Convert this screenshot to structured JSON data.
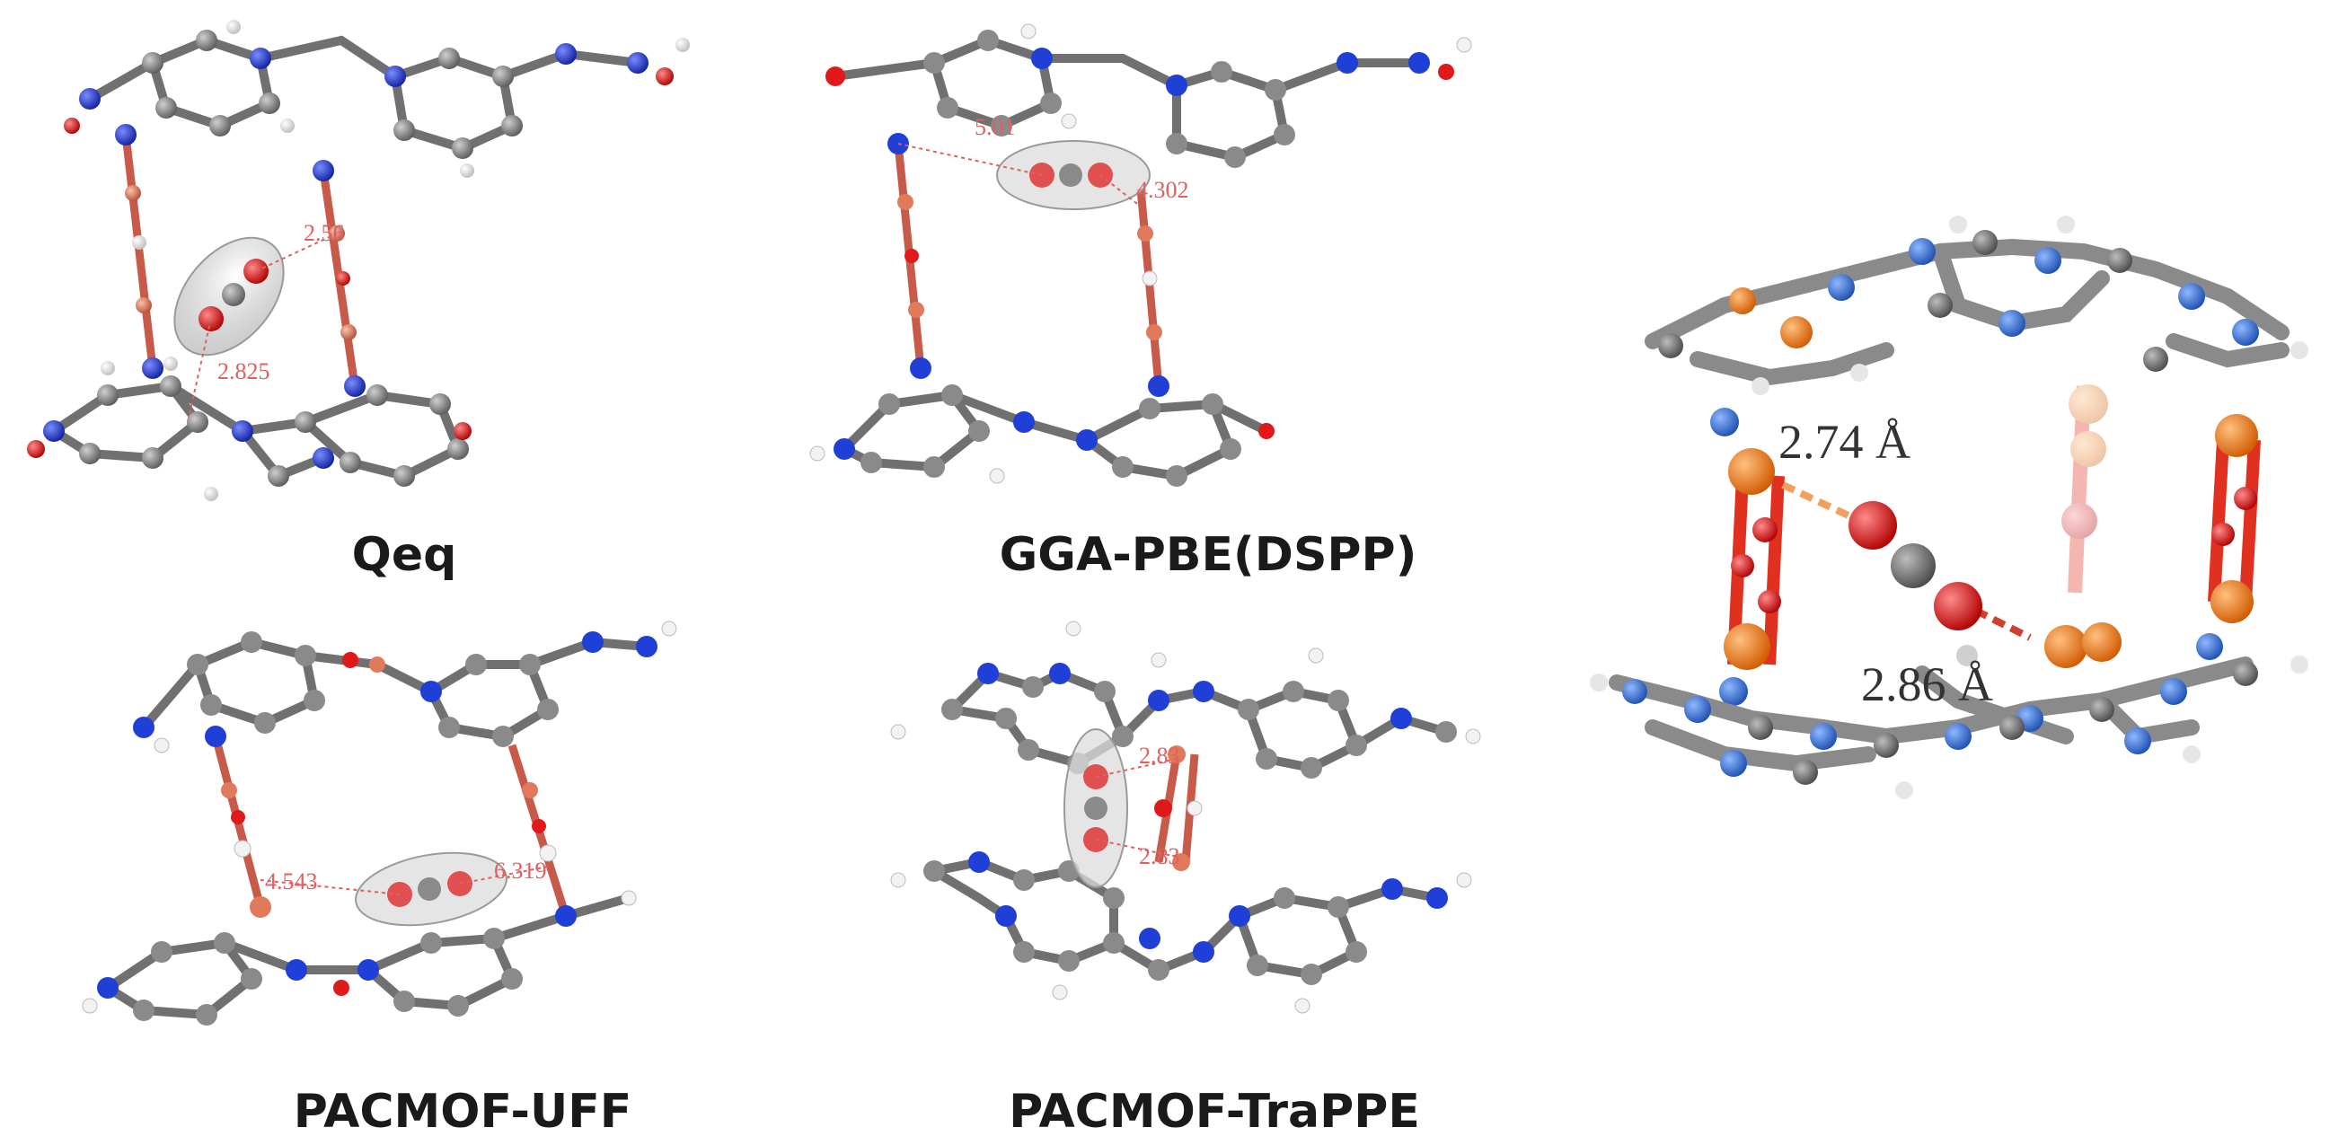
{
  "panels": [
    {
      "id": "qeq",
      "caption": "Qeq",
      "distances": [
        "2.56",
        "2.825"
      ]
    },
    {
      "id": "gga",
      "caption": "GGA-PBE(DSPP)",
      "distances": [
        "5.01",
        "4.302"
      ]
    },
    {
      "id": "uff",
      "caption": "PACMOF-UFF",
      "distances": [
        "4.543",
        "6.319"
      ]
    },
    {
      "id": "trappe",
      "caption": "PACMOF-TraPPE",
      "distances": [
        "2.83",
        "2.83"
      ]
    }
  ],
  "render": {
    "distances": [
      "2.74 Å",
      "2.86 Å"
    ]
  },
  "colors": {
    "carbon": "#7a7a7a",
    "nitrogen": "#1f3fd6",
    "oxygen": "#e01a1a",
    "hydrogen": "#f2f2f2",
    "metal": "#e07a5a",
    "render_metal": "#f07b1e",
    "render_nitrogen": "#2e6fd6",
    "distance_line": "#e06060"
  }
}
